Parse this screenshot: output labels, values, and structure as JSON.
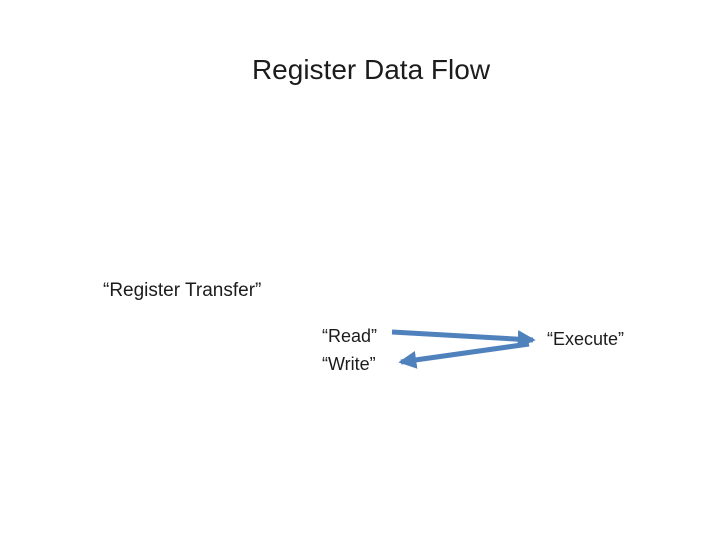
{
  "slide": {
    "title": "Register Data Flow",
    "labels": {
      "register_transfer": "“Register Transfer”",
      "read": "“Read”",
      "write": "“Write”",
      "execute": "“Execute”"
    },
    "arrows": [
      {
        "name": "read-to-execute",
        "from": "Read",
        "to": "Execute",
        "direction": "right"
      },
      {
        "name": "execute-to-write",
        "from": "Execute",
        "to": "Write",
        "direction": "down-left"
      }
    ],
    "colors": {
      "background": "#ffffff",
      "text": "#1c1c1c",
      "arrow": "#4f81bd"
    }
  }
}
